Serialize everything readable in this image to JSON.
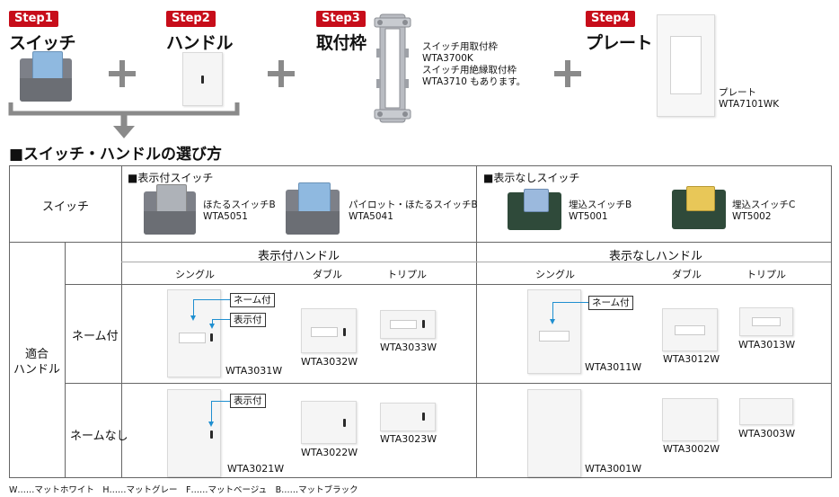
{
  "steps": [
    {
      "badge": "Step1",
      "title": "スイッチ"
    },
    {
      "badge": "Step2",
      "title": "ハンドル"
    },
    {
      "badge": "Step3",
      "title": "取付枠"
    },
    {
      "badge": "Step4",
      "title": "プレート"
    }
  ],
  "frame_note": [
    "スイッチ用取付枠",
    "WTA3700K",
    "スイッチ用絶縁取付枠",
    "WTA3710 もあります。"
  ],
  "plate_note": [
    "プレート",
    "WTA7101WK"
  ],
  "section_title": "■スイッチ・ハンドルの選び方",
  "table": {
    "switch_row_label": "スイッチ",
    "with_indicator": {
      "header": "■表示付スイッチ",
      "items": [
        {
          "name": "ほたるスイッチB",
          "code": "WTA5051"
        },
        {
          "name": "パイロット・ほたるスイッチB",
          "code": "WTA5041"
        }
      ]
    },
    "without_indicator": {
      "header": "■表示なしスイッチ",
      "items": [
        {
          "name": "埋込スイッチB",
          "code": "WT5001"
        },
        {
          "name": "埋込スイッチC",
          "code": "WT5002"
        }
      ]
    },
    "handle_label": [
      "適合",
      "ハンドル"
    ],
    "handle_groups": [
      "表示付ハンドル",
      "表示なしハンドル"
    ],
    "sizes": [
      "シングル",
      "ダブル",
      "トリプル"
    ],
    "row_labels": [
      "ネーム付",
      "ネームなし"
    ],
    "callouts": {
      "name": "ネーム付",
      "indicator": "表示付"
    },
    "codes": {
      "ind_name": [
        "WTA3031W",
        "WTA3032W",
        "WTA3033W"
      ],
      "ind_noname": [
        "WTA3021W",
        "WTA3022W",
        "WTA3023W"
      ],
      "noind_name": [
        "WTA3011W",
        "WTA3012W",
        "WTA3013W"
      ],
      "noind_noname": [
        "WTA3001W",
        "WTA3002W",
        "WTA3003W"
      ]
    }
  },
  "footer": "W……マットホワイト　H……マットグレー　F……マットベージュ　B……マットブラック",
  "colors": {
    "badge": "#c70d1a",
    "arrow": "#1f8fd0",
    "plus": "#8a8a8a"
  }
}
